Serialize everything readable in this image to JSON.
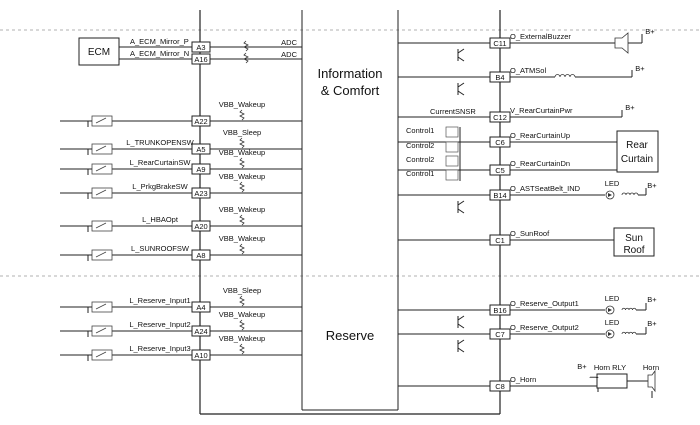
{
  "ecm": "ECM",
  "block_upper": [
    "Information",
    "& Comfort"
  ],
  "block_lower": "Reserve",
  "supply": "B+",
  "adc": "ADC",
  "left_pins": [
    {
      "pin": "A3",
      "signal": "A_ECM_Mirror_P",
      "aux": "ADC"
    },
    {
      "pin": "A16",
      "signal": "A_ECM_Mirror_N",
      "aux": "ADC"
    },
    {
      "pin": "A22",
      "signal": "",
      "aux": "VBB_Wakeup"
    },
    {
      "pin": "A5",
      "signal": "L_TRUNKOPENSW",
      "aux": "VBB_Sleep"
    },
    {
      "pin": "A9",
      "signal": "L_RearCurtainSW",
      "aux": "VBB_Wakeup"
    },
    {
      "pin": "A23",
      "signal": "L_PrkgBrakeSW",
      "aux": "VBB_Wakeup"
    },
    {
      "pin": "A20",
      "signal": "L_HBAOpt",
      "aux": "VBB_Wakeup"
    },
    {
      "pin": "A8",
      "signal": "L_SUNROOFSW",
      "aux": "VBB_Wakeup"
    },
    {
      "pin": "A4",
      "signal": "L_Reserve_Input1",
      "aux": "VBB_Sleep"
    },
    {
      "pin": "A24",
      "signal": "L_Reserve_Input2",
      "aux": "VBB_Wakeup"
    },
    {
      "pin": "A10",
      "signal": "L_Reserve_Input3",
      "aux": "VBB_Wakeup"
    }
  ],
  "right_pins": [
    {
      "pin": "C11",
      "signal": "O_ExternalBuzzer"
    },
    {
      "pin": "B4",
      "signal": "O_ATMSol"
    },
    {
      "pin": "C12",
      "signal": "V_RearCurtainPwr"
    },
    {
      "pin": "C6",
      "signal": "O_RearCurtainUp"
    },
    {
      "pin": "C5",
      "signal": "O_RearCurtainDn"
    },
    {
      "pin": "B14",
      "signal": "O_ASTSeatBelt_IND"
    },
    {
      "pin": "C1",
      "signal": "O_SunRoof"
    },
    {
      "pin": "B16",
      "signal": "O_Reserve_Output1"
    },
    {
      "pin": "C7",
      "signal": "O_Reserve_Output2"
    },
    {
      "pin": "C8",
      "signal": "O_Horn"
    }
  ],
  "current_sensor": "CurrentSNSR",
  "controls": [
    "Control1",
    "Control2",
    "Control2",
    "Control1"
  ],
  "rear_curtain": [
    "Rear",
    "Curtain"
  ],
  "sun_roof": [
    "Sun",
    "Roof"
  ],
  "led": "LED",
  "horn_rly": "Horn RLY",
  "horn": "Horn"
}
